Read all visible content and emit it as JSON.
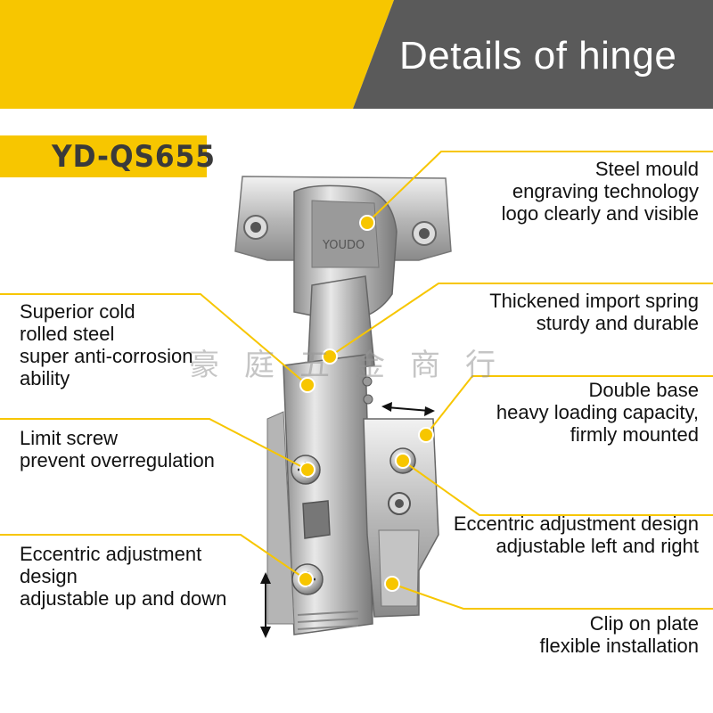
{
  "header": {
    "title": "Details of hinge"
  },
  "model": {
    "code": "YD-QS655"
  },
  "hinge": {
    "logo_text": "YOUDO"
  },
  "watermark": {
    "text": "豪庭五金商行"
  },
  "colors": {
    "accent": "#f7c600",
    "banner_dark": "#5a5a5a",
    "text": "#111111"
  },
  "features": {
    "steel_mould": {
      "lines": [
        "Steel mould",
        "engraving technology",
        "logo clearly and visible"
      ]
    },
    "spring": {
      "lines": [
        "Thickened import spring",
        "sturdy and durable"
      ]
    },
    "cold_rolled": {
      "lines": [
        "Superior cold",
        "rolled steel",
        "super anti-corrosion",
        "ability"
      ]
    },
    "double_base": {
      "lines": [
        "Double base",
        "heavy loading capacity,",
        "firmly mounted"
      ]
    },
    "limit_screw": {
      "lines": [
        "Limit screw",
        "prevent overregulation"
      ]
    },
    "eccentric_lr": {
      "lines": [
        "Eccentric adjustment design",
        "adjustable left and right"
      ]
    },
    "eccentric_ud": {
      "lines": [
        "Eccentric adjustment",
        "design",
        "adjustable up and down"
      ]
    },
    "clip_plate": {
      "lines": [
        "Clip on plate",
        "flexible installation"
      ]
    }
  }
}
